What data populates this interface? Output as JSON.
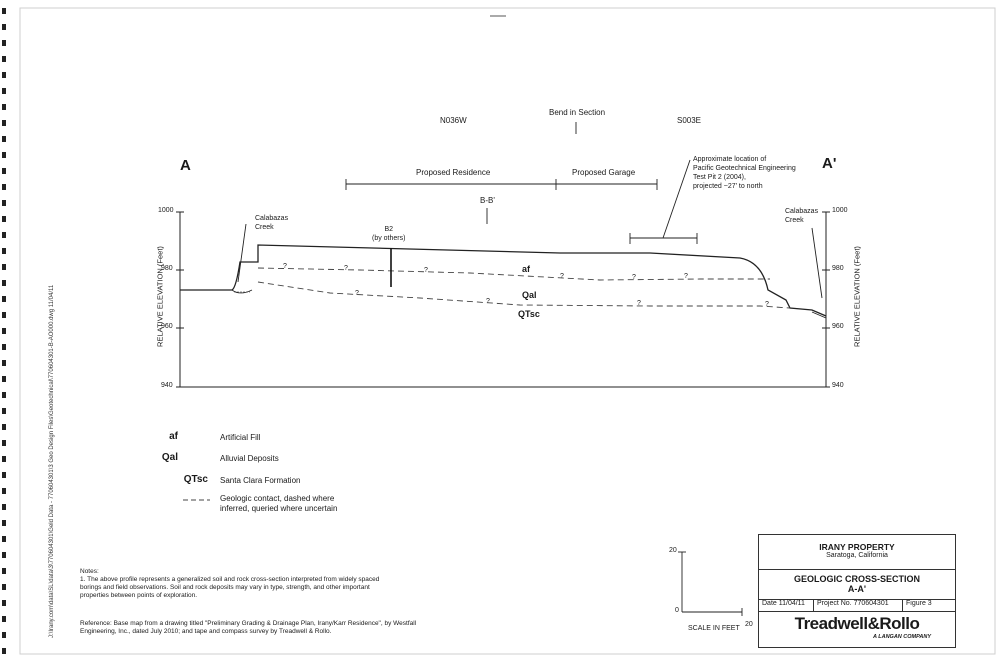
{
  "section": {
    "left_end": "A",
    "right_end": "A'",
    "bearing_left": "N036W",
    "bearing_right": "S003E",
    "bend_label": "Bend in Section",
    "residence_label": "Proposed Residence",
    "garage_label": "Proposed Garage",
    "bb_label": "B-B'",
    "test_pit_note": [
      "Approximate location of",
      "Pacific Geotechnical Engineering",
      "Test Pit 2 (2004),",
      "projected ~27' to north"
    ],
    "creek_left": [
      "Calabazas",
      "Creek"
    ],
    "creek_right": [
      "Calabazas",
      "Creek"
    ],
    "boring_label": [
      "B2",
      "(by others)"
    ]
  },
  "axes": {
    "y_label_left": "RELATIVE ELEVATION (Feet)",
    "y_label_right": "RELATIVE ELEVATION (Feet)",
    "left_ticks": [
      "1000",
      "980",
      "960",
      "940"
    ],
    "right_ticks": [
      "1000",
      "980",
      "960",
      "940"
    ]
  },
  "units": {
    "af": "af",
    "qal": "Qal",
    "qtsc": "QTsc"
  },
  "legend": [
    {
      "symbol": "af",
      "text": "Artificial Fill"
    },
    {
      "symbol": "Qal",
      "text": "Alluvial Deposits"
    },
    {
      "symbol": "QTsc",
      "text": "Santa Clara Formation"
    },
    {
      "symbol": "- - - -",
      "text": "Geologic contact, dashed where inferred, queried where uncertain"
    }
  ],
  "legend_contact_lines": [
    "Geologic contact, dashed where",
    "inferred, queried where uncertain"
  ],
  "notes": {
    "heading": "Notes:",
    "line1": "1. The above profile represents a generalized soil and  rock cross-section interpreted from widely spaced",
    "line2": "borings and field observations.  Soil and rock deposits may vary in type, strength, and other important",
    "line3": "properties between points of exploration.",
    "ref1": "Reference: Base map from a drawing titled \"Preliminary Grading & Drainage Plan, Irany/Karr Residence\", by Westfall",
    "ref2": "Engineering, Inc., dated July 2010; and tape and compass survey by Treadwell & Rollo."
  },
  "scale": {
    "label": "SCALE IN FEET",
    "v_top": "20",
    "v_bottom": "0",
    "h_right": "20"
  },
  "title_block": {
    "project": "IRANY PROPERTY",
    "location": "Saratoga, California",
    "title": "GEOLOGIC CROSS-SECTION",
    "subtitle": "A-A'",
    "date": "Date  11/04/11",
    "project_no": "Project No.  770604301",
    "figure": "Figure  3",
    "company": "Treadwell&Rollo",
    "company_sub": "A LANGAN COMPANY"
  },
  "file_path": "J:\\Irany.com\\data\\SL\\data\\3\\770604301\\Geld Data - 770604301\\3 Geo Design Files\\Geotechnical\\770604301-B-AO000.dwg  11/04/11"
}
